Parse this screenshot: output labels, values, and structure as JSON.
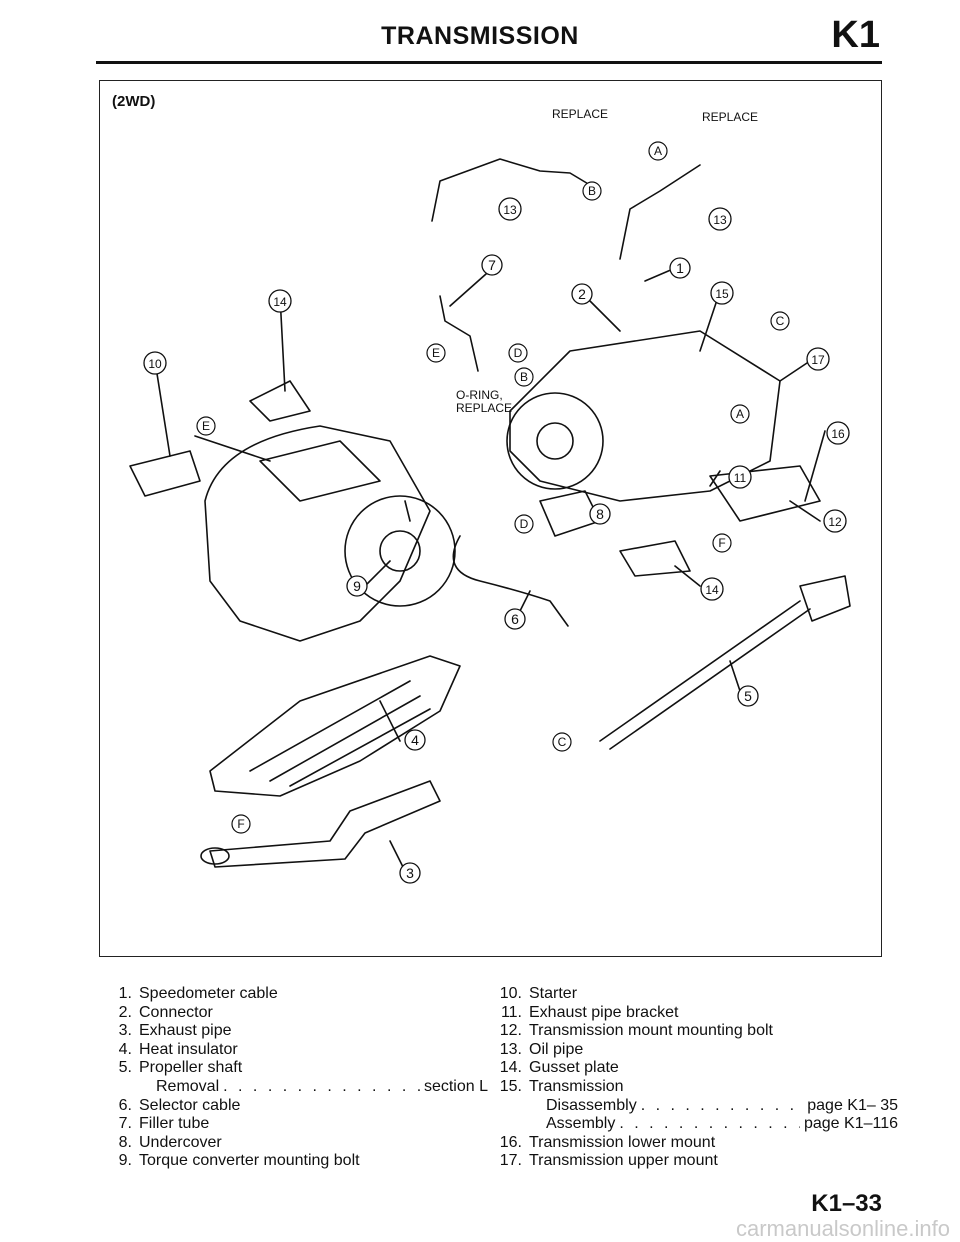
{
  "header": {
    "title": "TRANSMISSION",
    "section_code": "K1"
  },
  "figure": {
    "label": "(2WD)",
    "annotations": {
      "replace_1": "REPLACE",
      "replace_2": "REPLACE",
      "oring_line1": "O-RING,",
      "oring_line2": "REPLACE"
    },
    "callouts": [
      "1",
      "2",
      "3",
      "4",
      "5",
      "6",
      "7",
      "8",
      "9",
      "10",
      "11",
      "12",
      "13",
      "13",
      "14",
      "14",
      "15",
      "16",
      "17"
    ],
    "letters": [
      "A",
      "A",
      "B",
      "B",
      "C",
      "C",
      "D",
      "D",
      "E",
      "E",
      "F",
      "F"
    ]
  },
  "legend": {
    "left": [
      {
        "num": "1.",
        "label": "Speedometer cable"
      },
      {
        "num": "2.",
        "label": "Connector"
      },
      {
        "num": "3.",
        "label": "Exhaust pipe"
      },
      {
        "num": "4.",
        "label": "Heat insulator"
      },
      {
        "num": "5.",
        "label": "Propeller shaft"
      },
      {
        "sub": "Removal",
        "dots": ". . . . . . . . . . . . . . . . . . . . .",
        "ref": "section L"
      },
      {
        "num": "6.",
        "label": "Selector cable"
      },
      {
        "num": "7.",
        "label": "Filler tube"
      },
      {
        "num": "8.",
        "label": "Undercover"
      },
      {
        "num": "9.",
        "label": "Torque converter mounting bolt"
      }
    ],
    "right": [
      {
        "num": "10.",
        "label": "Starter"
      },
      {
        "num": "11.",
        "label": "Exhaust pipe bracket"
      },
      {
        "num": "12.",
        "label": "Transmission mount mounting bolt"
      },
      {
        "num": "13.",
        "label": "Oil pipe"
      },
      {
        "num": "14.",
        "label": "Gusset plate"
      },
      {
        "num": "15.",
        "label": "Transmission"
      },
      {
        "sub": "Disassembly",
        "dots": ". . . . . . . . . . . . . .",
        "ref": "page K1– 35"
      },
      {
        "sub": "Assembly",
        "dots": ". . . . . . . . . . . . . . . . .",
        "ref": "page K1–116"
      },
      {
        "num": "16.",
        "label": "Transmission lower mount"
      },
      {
        "num": "17.",
        "label": "Transmission upper mount"
      }
    ]
  },
  "footer": {
    "page_number": "K1–33",
    "watermark": "carmanualsonline.info"
  }
}
